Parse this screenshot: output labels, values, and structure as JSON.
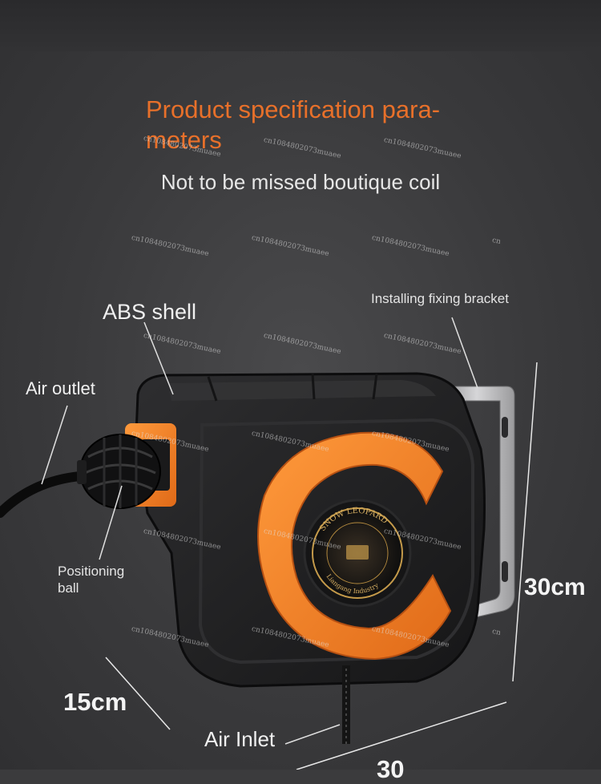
{
  "header": {
    "title": "Product specification para-\nmeters",
    "subtitle": "Not to be missed boutique coil"
  },
  "labels": {
    "abs_shell": "ABS shell",
    "bracket": "Installing fixing bracket",
    "air_outlet": "Air outlet",
    "positioning_ball": "Positioning\nball",
    "air_inlet": "Air Inlet"
  },
  "dimensions": {
    "height": "30cm",
    "depth": "15cm",
    "width": "30"
  },
  "watermark": {
    "text": "cn1084802073muaee",
    "short": "cn"
  },
  "reel_badge": {
    "brand": "SNOW LEOPARD",
    "bottom": "Liangang Industry"
  },
  "colors": {
    "accent": "#e8702a",
    "reel_orange": "#f28a2c",
    "housing": "#222224",
    "background": "#3b3b3d"
  }
}
